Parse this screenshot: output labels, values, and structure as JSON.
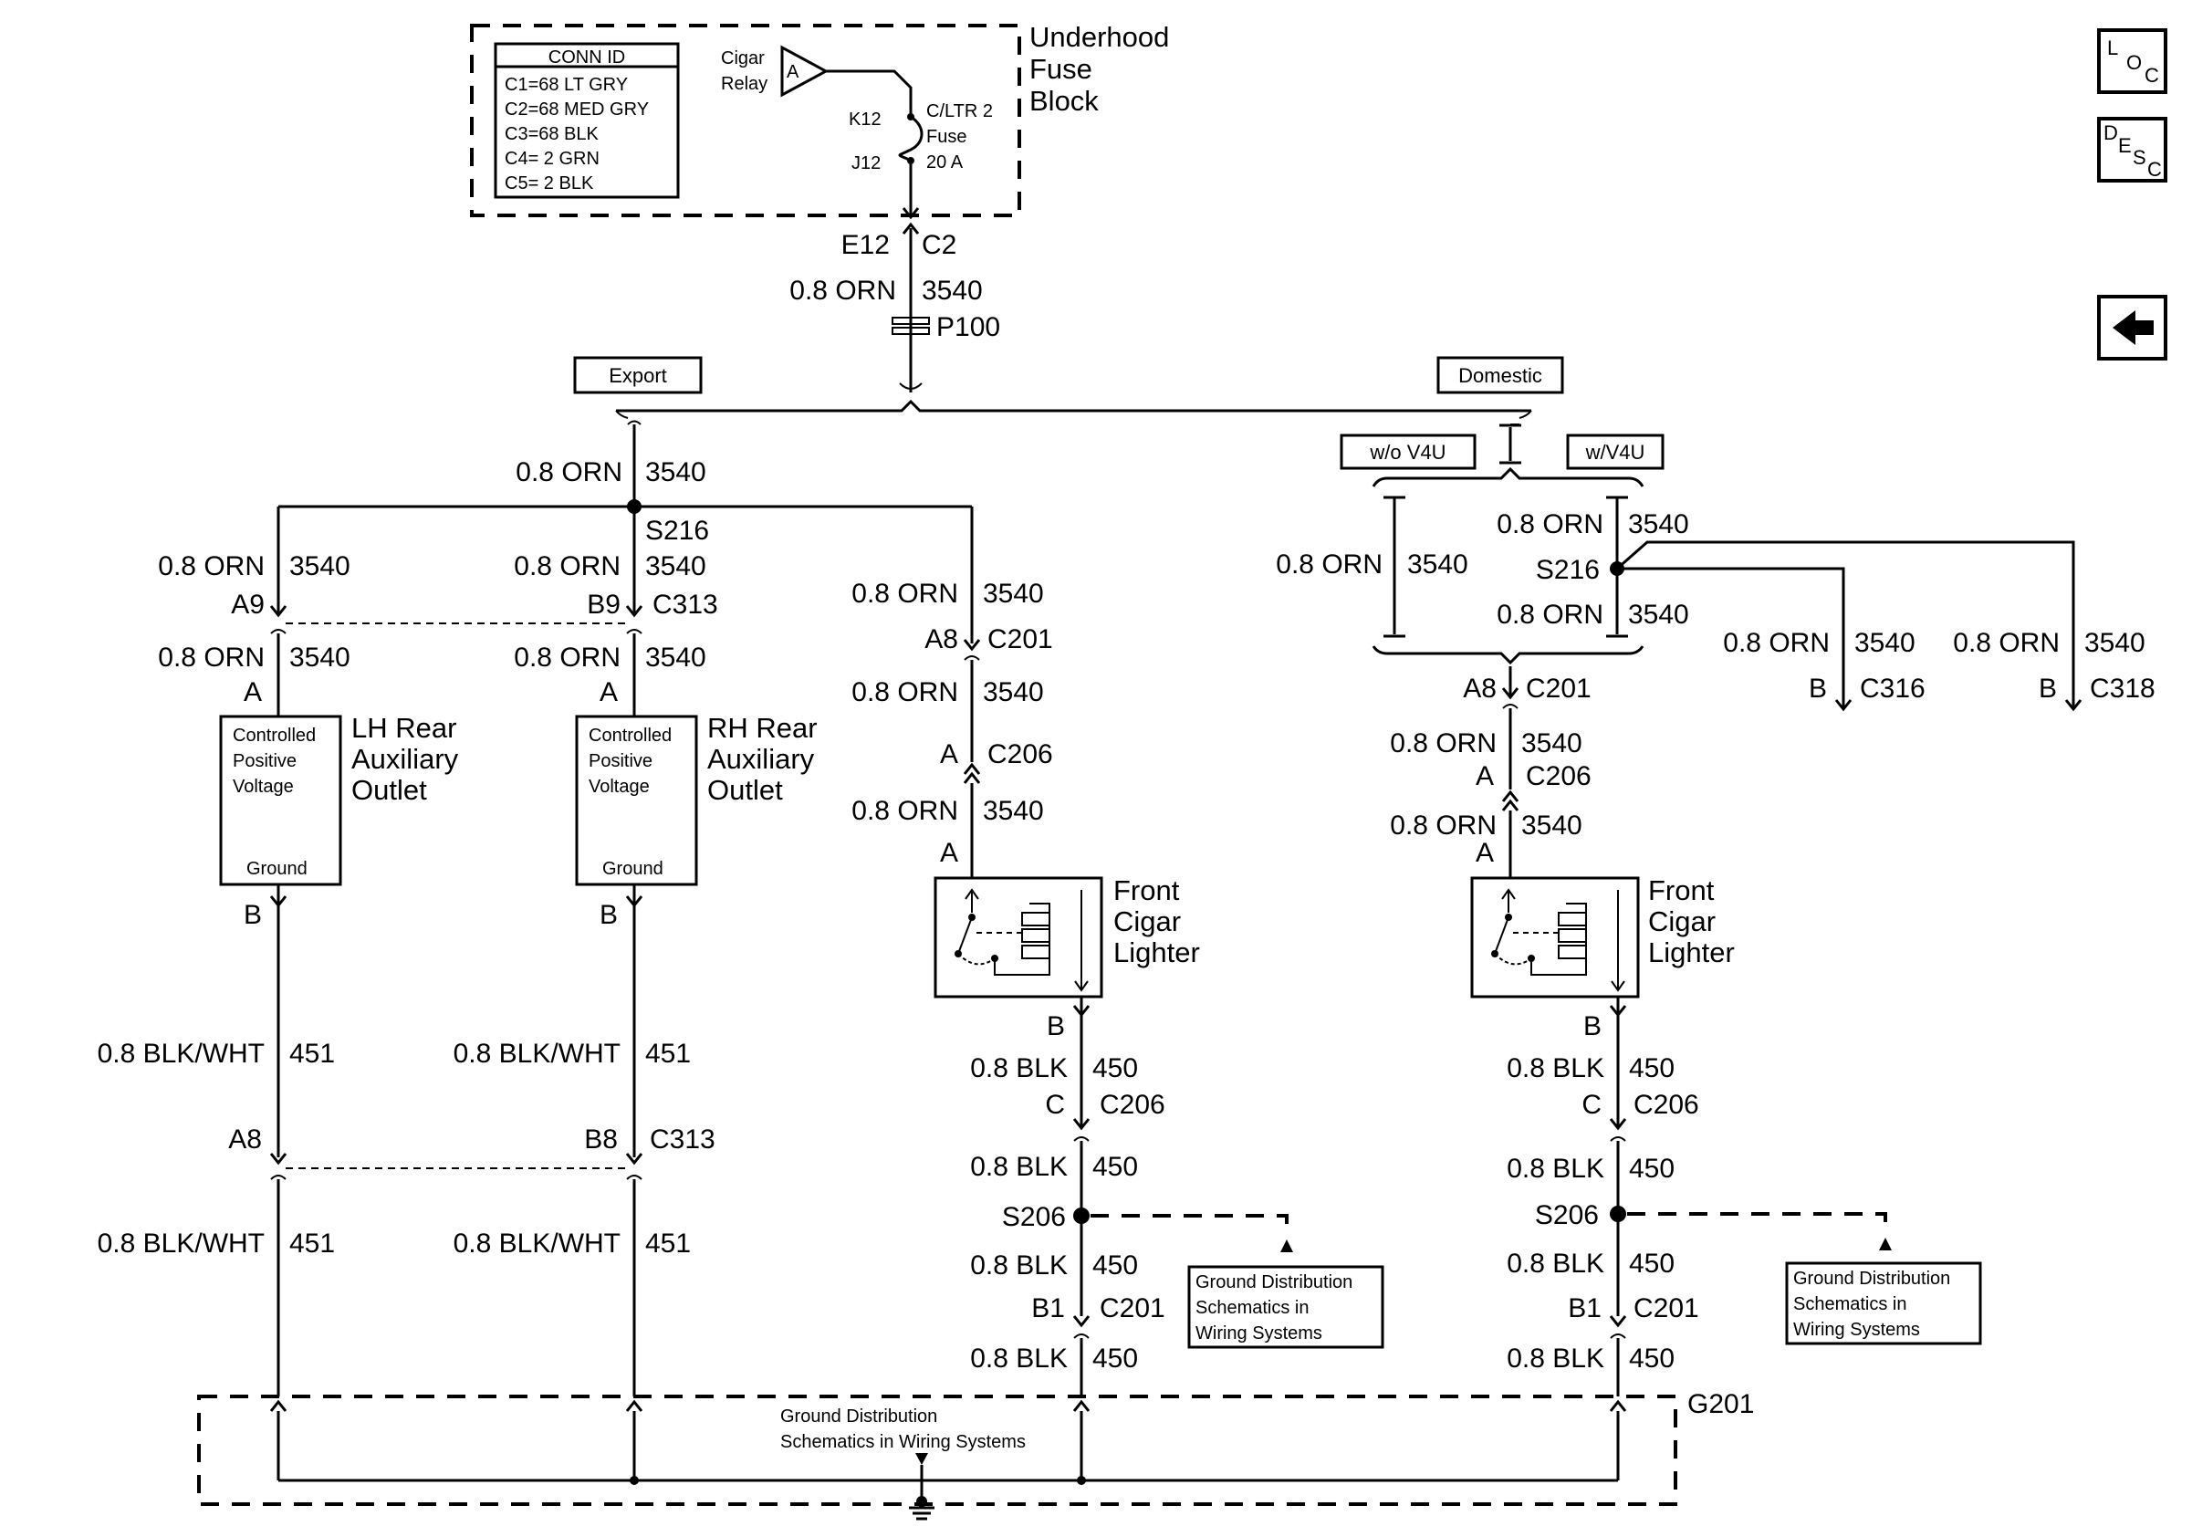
{
  "nav": {
    "loc_letters": [
      "L",
      "O",
      "C"
    ],
    "desc_letters": [
      "D",
      "E",
      "S",
      "C"
    ]
  },
  "fuse_block": {
    "title_lines": [
      "Underhood",
      "Fuse",
      "Block"
    ],
    "conn_id_title": "CONN ID",
    "conn_id_rows": [
      "C1=68 LT GRY",
      "C2=68 MED GRY",
      "C3=68 BLK",
      "C4=  2 GRN",
      "C5=  2 BLK"
    ],
    "relay_lines": [
      "Cigar",
      "Relay"
    ],
    "relay_pin": "A",
    "pin_top": "K12",
    "pin_bottom": "J12",
    "fuse_lines": [
      "C/LTR 2",
      "Fuse",
      "20 A"
    ]
  },
  "main_feed": {
    "pin": "E12",
    "connector": "C2",
    "wire_size": "0.8 ORN",
    "circuit": "3540",
    "inline": "P100"
  },
  "options": {
    "export": "Export",
    "domestic": "Domestic",
    "wo_v4u": "w/o V4U",
    "w_v4u": "w/V4U"
  },
  "labels": {
    "orn": "0.8 ORN",
    "c3540": "3540",
    "s216": "S216",
    "a9": "A9",
    "b9": "B9",
    "c313": "C313",
    "a": "A",
    "b": "B",
    "c": "C",
    "a8": "A8",
    "b8": "B8",
    "b1": "B1",
    "c201": "C201",
    "c206": "C206",
    "c316": "C316",
    "c318": "C318",
    "blkwht": "0.8 BLK/WHT",
    "c451": "451",
    "blk": "0.8 BLK",
    "c450": "450",
    "s206": "S206",
    "g201": "G201"
  },
  "outlet_inner": [
    "Controlled",
    "Positive",
    "Voltage",
    "Ground"
  ],
  "lh_outlet": [
    "LH Rear",
    "Auxiliary",
    "Outlet"
  ],
  "rh_outlet": [
    "RH Rear",
    "Auxiliary",
    "Outlet"
  ],
  "lighter": [
    "Front",
    "Cigar",
    "Lighter"
  ],
  "ground_ref": [
    "Ground Distribution",
    "Schematics in",
    "Wiring Systems"
  ],
  "ground_main": [
    "Ground Distribution",
    "Schematics in Wiring Systems"
  ]
}
